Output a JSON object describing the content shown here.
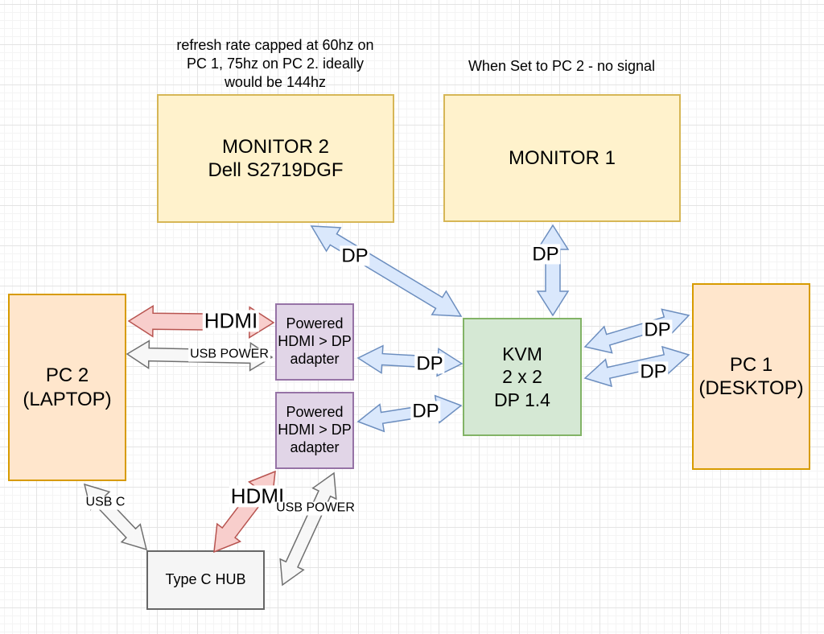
{
  "annotations": {
    "refresh_note": [
      "refresh rate capped at 60hz on",
      "PC 1, 75hz on PC 2. ideally",
      "would be 144hz"
    ],
    "signal_note": "When Set to PC 2 - no signal"
  },
  "nodes": {
    "monitor2": {
      "lines": [
        "MONITOR 2",
        "Dell S2719DGF"
      ]
    },
    "monitor1": {
      "lines": [
        "MONITOR 1"
      ]
    },
    "pc2": {
      "lines": [
        "PC 2",
        "(LAPTOP)"
      ]
    },
    "pc1": {
      "lines": [
        "PC 1",
        "(DESKTOP)"
      ]
    },
    "kvm": {
      "lines": [
        "KVM",
        "2 x 2",
        "DP 1.4"
      ]
    },
    "adapter_top": {
      "lines": [
        "Powered",
        "HDMI > DP",
        "adapter"
      ]
    },
    "adapter_bottom": {
      "lines": [
        "Powered",
        "HDMI > DP",
        "adapter"
      ]
    },
    "hub": {
      "lines": [
        "Type C HUB"
      ]
    }
  },
  "connection_labels": {
    "hdmi_top": "HDMI",
    "usb_power_top": "USB POWER",
    "dp_adapter_top": "DP",
    "dp_adapter_bottom": "DP",
    "dp_monitor2": "DP",
    "dp_monitor1": "DP",
    "dp_pc1_upper": "DP",
    "dp_pc1_lower": "DP",
    "usb_c": "USB C",
    "hdmi_bottom": "HDMI",
    "usb_power_bottom": "USB POWER"
  },
  "colors": {
    "monitor_fill": "#fff2cc",
    "monitor_stroke": "#d6b656",
    "pc_fill": "#ffe6cc",
    "pc_stroke": "#d79b00",
    "kvm_fill": "#d5e8d4",
    "kvm_stroke": "#82b366",
    "adapter_fill": "#e1d5e7",
    "adapter_stroke": "#9673a6",
    "hub_fill": "#f5f5f5",
    "hub_stroke": "#666666",
    "dp_arrow_fill": "#dae8fc",
    "dp_arrow_stroke": "#6c8ebf",
    "hdmi_arrow_fill": "#f8cecc",
    "hdmi_arrow_stroke": "#b85450",
    "usb_arrow_fill": "#f7f7f7",
    "usb_arrow_stroke": "#707070"
  }
}
